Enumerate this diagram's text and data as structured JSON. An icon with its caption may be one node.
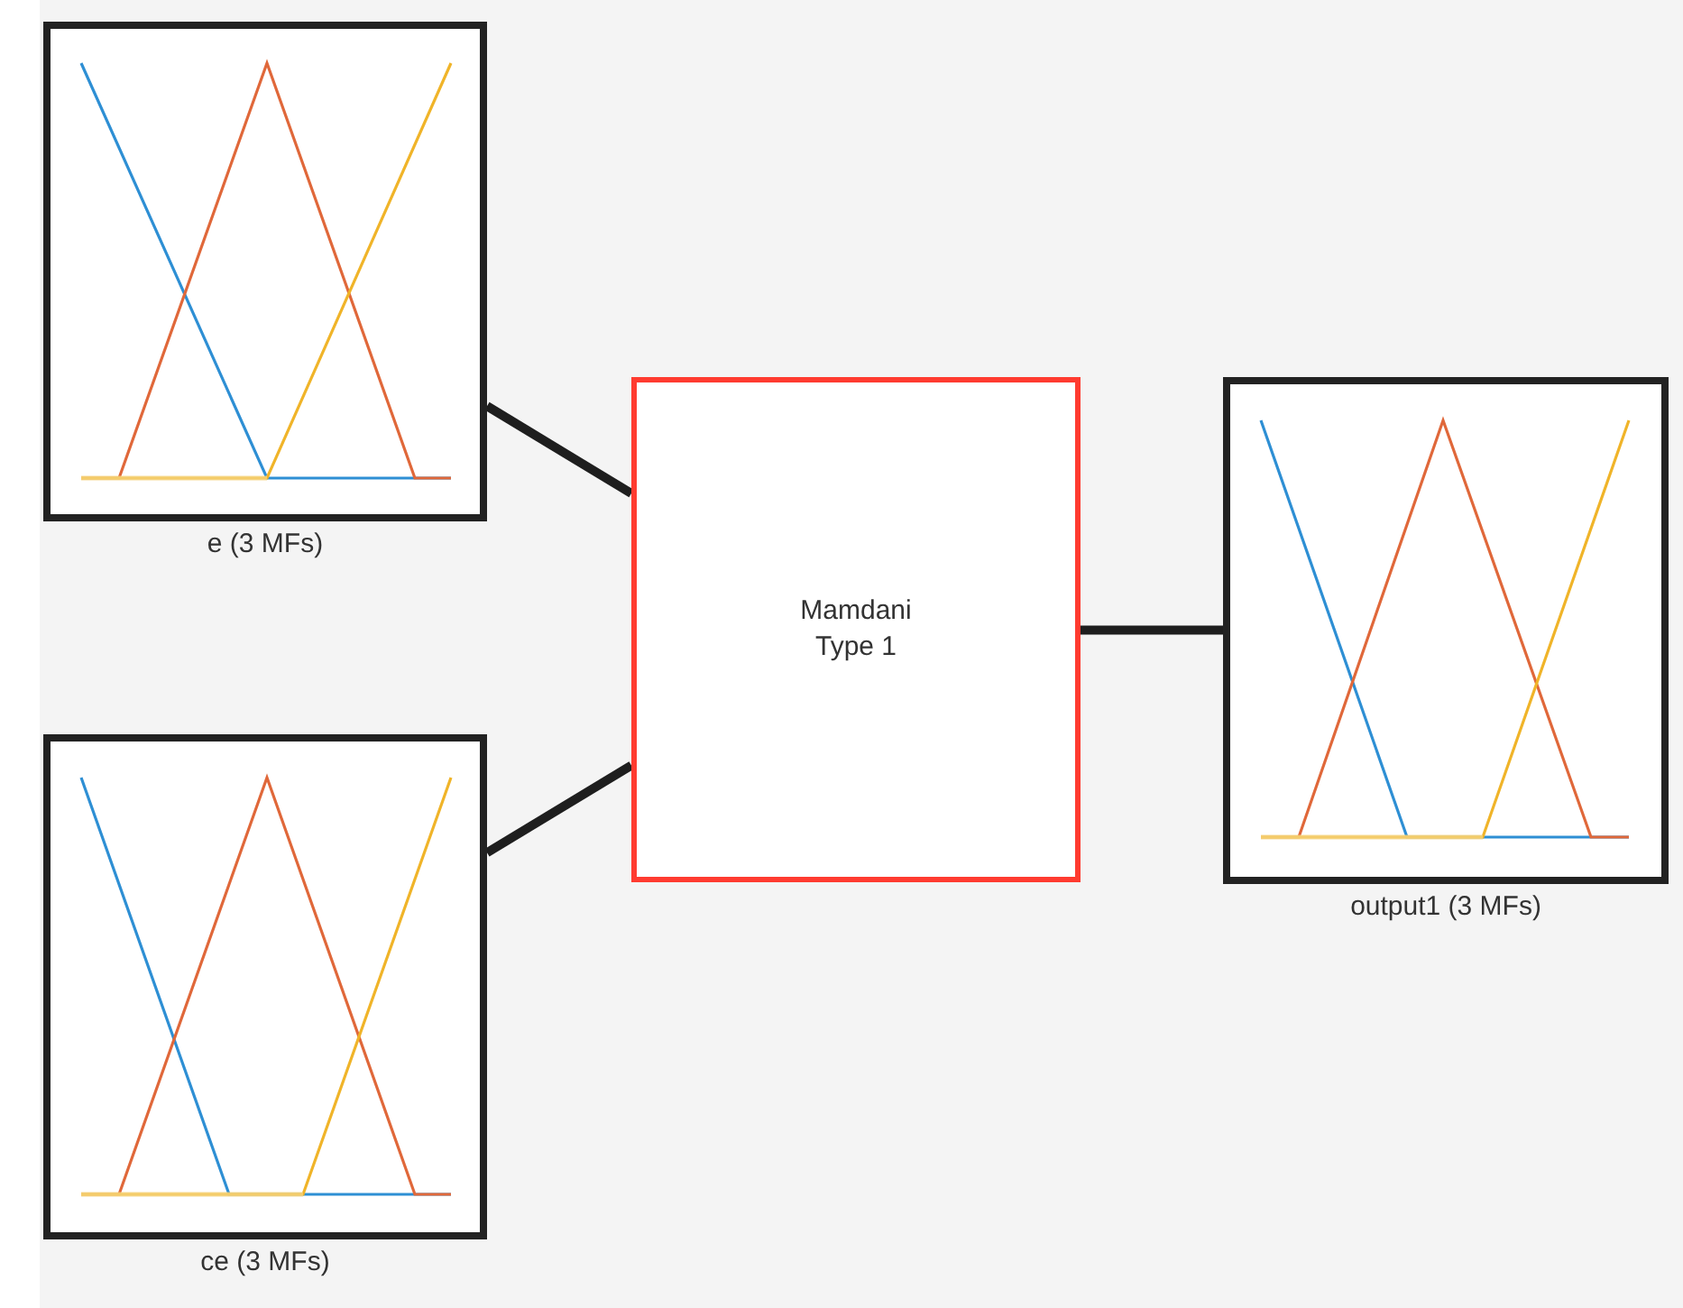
{
  "diagram": {
    "nodes": [
      {
        "text": [],
        "shape": "picture",
        "beside": [
          "e (3 MFs)"
        ]
      },
      {
        "text": [],
        "shape": "picture",
        "beside": [
          "ce (3 MFs)"
        ]
      },
      {
        "text": [
          "Mamdani Type 1"
        ]
      },
      {
        "text": [],
        "shape": "picture",
        "beside": [
          "output1 (3 MFs)"
        ]
      }
    ],
    "edges": [
      {
        "from": 0,
        "to": 2,
        "arrow": "none"
      },
      {
        "from": 1,
        "to": 2,
        "arrow": "none"
      },
      {
        "from": 2,
        "to": 3,
        "arrow": "none"
      }
    ]
  }
}
